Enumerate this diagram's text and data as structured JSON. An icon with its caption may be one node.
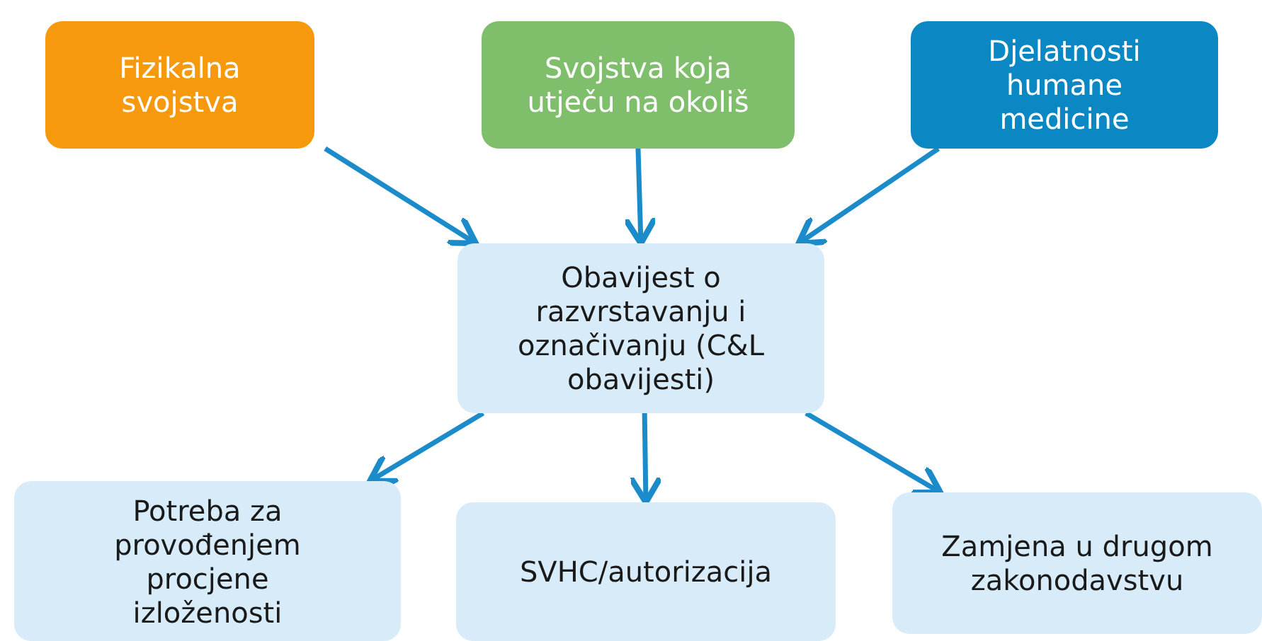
{
  "diagram": {
    "nodes": [
      {
        "text": [
          "Fizikalna svojstva"
        ]
      },
      {
        "text": [
          "Svojstva koja utječu na okoliš"
        ]
      },
      {
        "text": [
          "Djelatnosti humane medicine"
        ]
      },
      {
        "text": [
          "Obavijest o razvrstavanju i označivanju (C&L obavijesti)"
        ]
      },
      {
        "text": [
          "Potreba za provođenjem procjene izloženosti"
        ]
      },
      {
        "text": [
          "SVHC/autorizacija"
        ]
      },
      {
        "text": [
          "Zamjena u drugom zakonodavstvu"
        ]
      }
    ],
    "edges": [
      {
        "from": 0,
        "to": 3,
        "arrow": "to"
      },
      {
        "from": 1,
        "to": 3,
        "arrow": "to"
      },
      {
        "from": 2,
        "to": 3,
        "arrow": "to"
      },
      {
        "from": 3,
        "to": 4,
        "arrow": "to"
      },
      {
        "from": 3,
        "to": 5,
        "arrow": "to"
      },
      {
        "from": 3,
        "to": 6,
        "arrow": "to"
      }
    ]
  }
}
